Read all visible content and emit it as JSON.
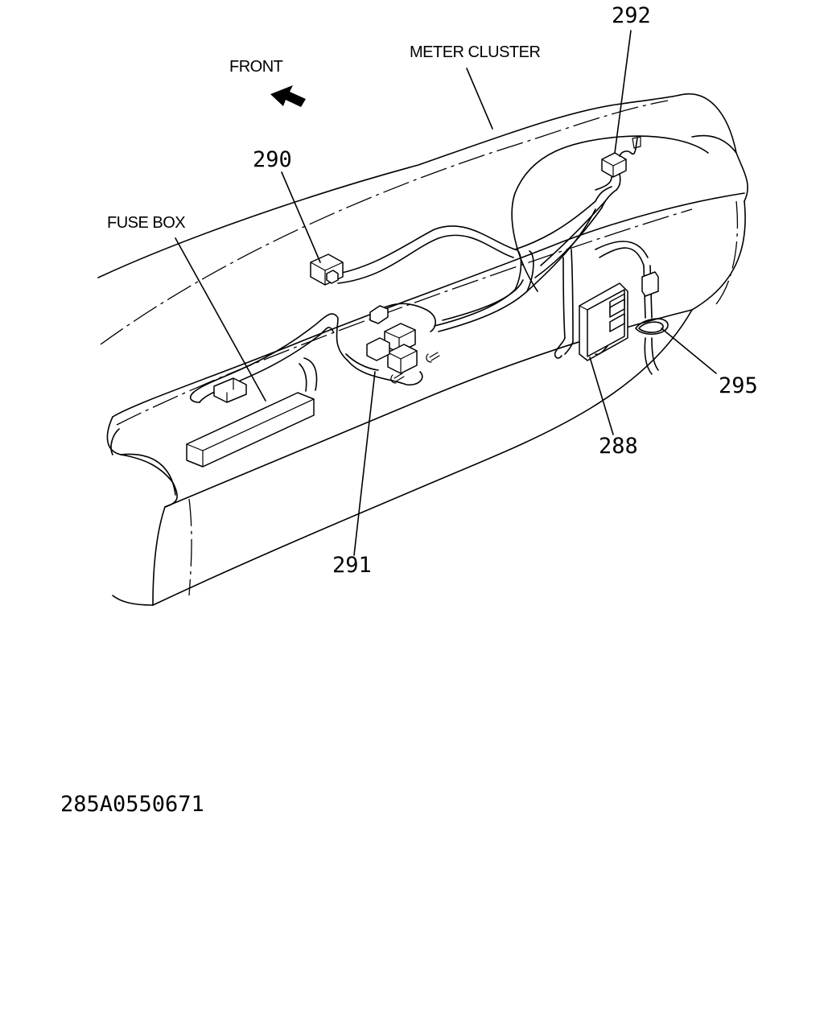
{
  "labels": {
    "front": "FRONT",
    "meter_cluster": "METER CLUSTER",
    "fuse_box": "FUSE BOX"
  },
  "callouts": {
    "p288": "288",
    "p290": "290",
    "p291": "291",
    "p292": "292",
    "p295": "295"
  },
  "drawing_code": "285A0550671"
}
